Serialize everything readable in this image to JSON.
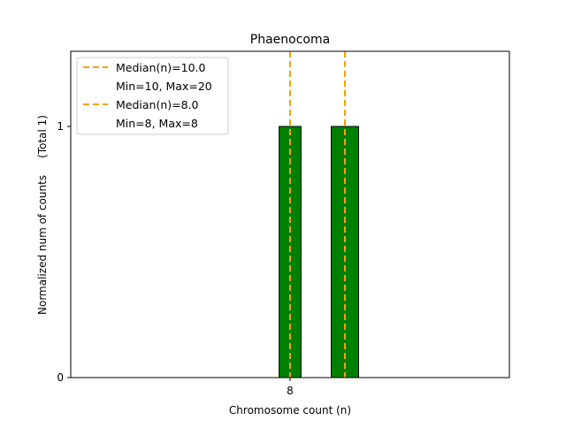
{
  "chart_data": {
    "type": "bar",
    "title": "Phaenocoma",
    "xlabel": "Chromosome count (n)",
    "ylabel": "Normalized num of counts     (Total 1)",
    "xlim": [
      0,
      16
    ],
    "ylim": [
      0,
      1.3
    ],
    "xticks": [
      {
        "value": 8,
        "label": "8"
      }
    ],
    "yticks": [
      {
        "value": 0,
        "label": "0"
      },
      {
        "value": 1,
        "label": "1"
      }
    ],
    "bars": [
      {
        "x0": 7.6,
        "x1": 8.4,
        "value": 1,
        "color": "#008000"
      },
      {
        "x0": 9.5,
        "x1": 10.5,
        "value": 1,
        "color": "#008000"
      }
    ],
    "median_lines": [
      {
        "x": 10,
        "color": "#f0a30a"
      },
      {
        "x": 8,
        "color": "#f0a30a"
      }
    ],
    "legend": {
      "placement": "top-left",
      "entries": [
        {
          "label": "Median(n)=10.0",
          "sublabel": "Min=10, Max=20"
        },
        {
          "label": "Median(n)=8.0",
          "sublabel": "Min=8, Max=8"
        }
      ]
    },
    "grid": false
  }
}
